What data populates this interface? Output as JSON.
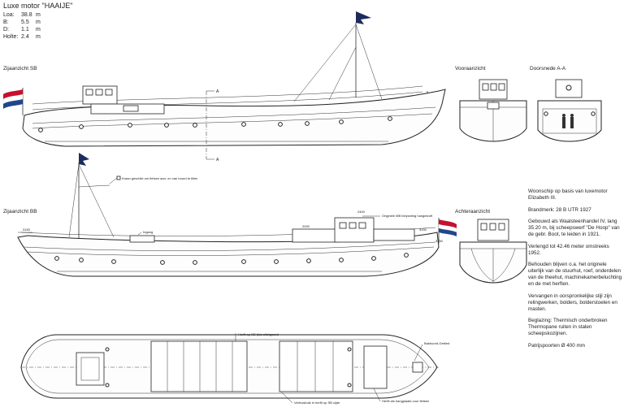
{
  "header": {
    "title": "Luxe motor \"HAAIJE\"",
    "specs": [
      {
        "label": "Loa:",
        "value": "38.8",
        "unit": "m"
      },
      {
        "label": "B:",
        "value": "5.5",
        "unit": "m"
      },
      {
        "label": "D:",
        "value": "1.1",
        "unit": "m"
      },
      {
        "label": "Holte:",
        "value": "2.4",
        "unit": "m"
      }
    ]
  },
  "views": {
    "side_sb": "Zijaanzicht SB",
    "front": "Vooraanzicht",
    "section": "Doorsnede A-A",
    "side_bb": "Zijaanzicht BB",
    "rear": "Achteraanzicht"
  },
  "section_markers": {
    "a": "A"
  },
  "annotations": {
    "crane": "Kraan geschikt om fietsen aan- en van boord te tillen",
    "lighting": "Originele MB belysnting hangekroft",
    "entrance": "Ingang",
    "dim_left": "3150",
    "dim_mid": "2000",
    "dim_top": "2400",
    "dim_right": "3150",
    "dim_stern": "3150",
    "plan_hatch": "Herfit op BB lijde slichgaand",
    "plan_store": "Bakboord-Gebied",
    "plan_bottom_left": "Verhuisbuik in herfit op SB zijde",
    "plan_bottom_right": "Herfit als hangplaats voor fietsen"
  },
  "notes": [
    "Woonschip op basis van luxemotor Elizabeth III.",
    "Brandmerk: 28 B UTR 1927",
    "Gebouwd als Waalsteenhandel IV, lang 35.20 m, bij scheepswerf \"De Hoop\" van de gebr. Boot, te leiden in 1921.",
    "Verlengd tot 42.46 meter omstreeks 1952.",
    "Behouden blijven o.a. het originele uiterlijk van de stuurhut, roef, onderdelen van de theehut, machinekamerbeluchting en de met herften.",
    "Vervangen in oorspronkelijke stijl zijn relingwerken, bolders, bolderstoelen en masten.",
    "Beglazing: Thermisch onderbroken Thermopane ruiten in stalen scheepskozijnen.",
    "Patrijspoorten Ø 400 mm"
  ],
  "colors": {
    "flag_red": "#c8102e",
    "flag_white": "#ffffff",
    "flag_blue": "#21468b",
    "pennant": "#1d2b5c",
    "line": "#333333"
  }
}
